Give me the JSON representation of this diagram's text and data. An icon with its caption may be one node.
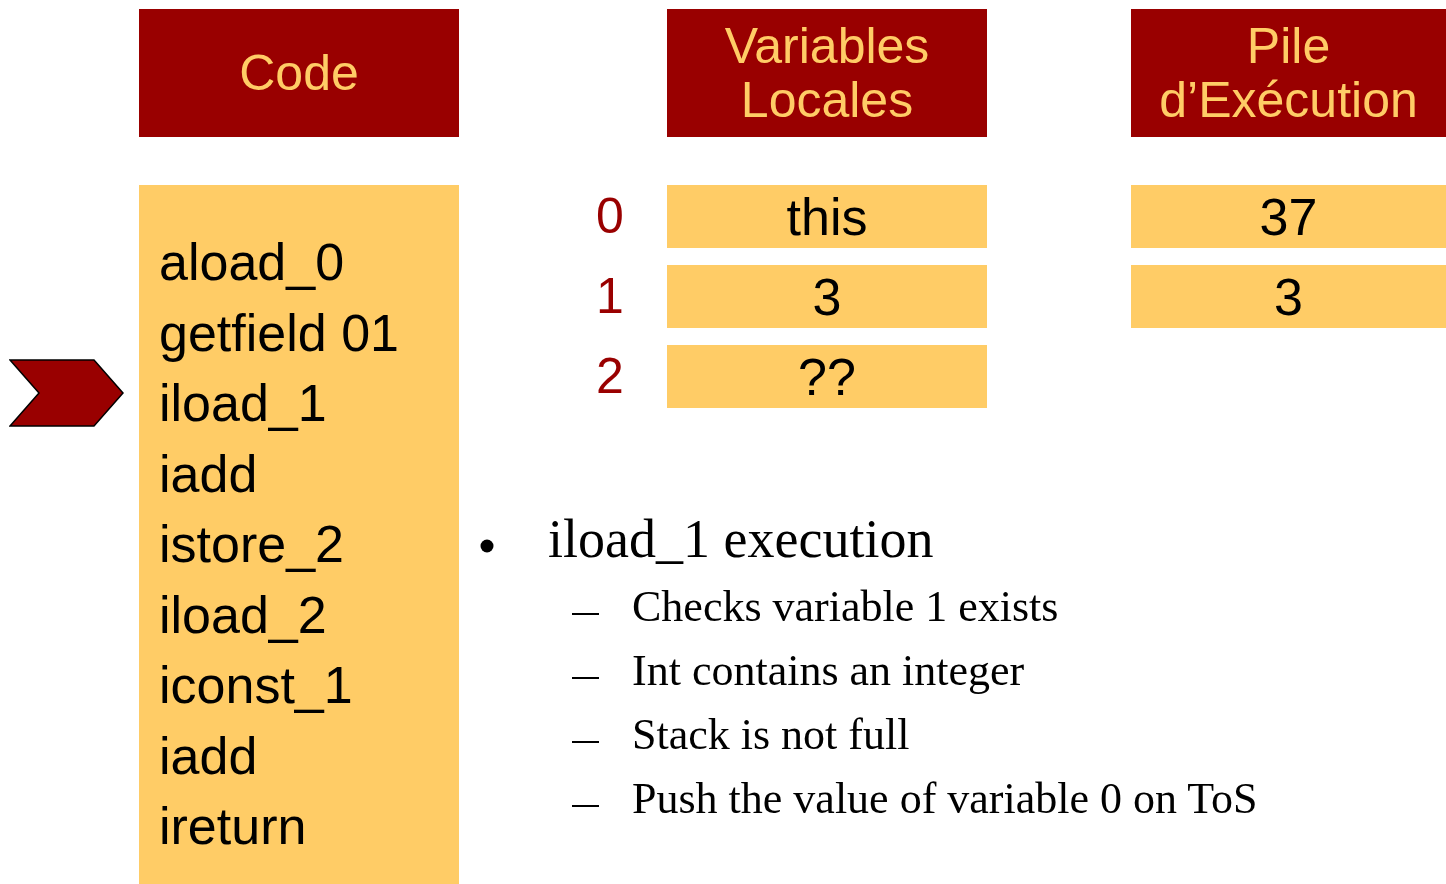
{
  "diagram": {
    "nodes": [
      {
        "text": [
          "Code"
        ]
      },
      {
        "text": [
          "Variables Locales"
        ]
      },
      {
        "text": [
          "Pile d’Exécution"
        ]
      },
      {
        "text": [
          "aload_0",
          "getfield 01",
          "iload_1",
          "iadd",
          "istore_2",
          "iload_2",
          "iconst_1",
          "iadd",
          "ireturn"
        ]
      },
      {
        "text": [
          "this"
        ],
        "beside": [
          "0"
        ]
      },
      {
        "text": [
          "3"
        ],
        "beside": [
          "1"
        ]
      },
      {
        "text": [
          "??"
        ],
        "beside": [
          "2"
        ]
      },
      {
        "text": [
          "37"
        ]
      },
      {
        "text": [
          "3"
        ]
      }
    ],
    "labels": [
      "iload_1 execution",
      "Checks variable 1 exists",
      "Int contains an integer",
      "Stack is not full",
      "Push the value of variable 0 on ToS"
    ]
  }
}
